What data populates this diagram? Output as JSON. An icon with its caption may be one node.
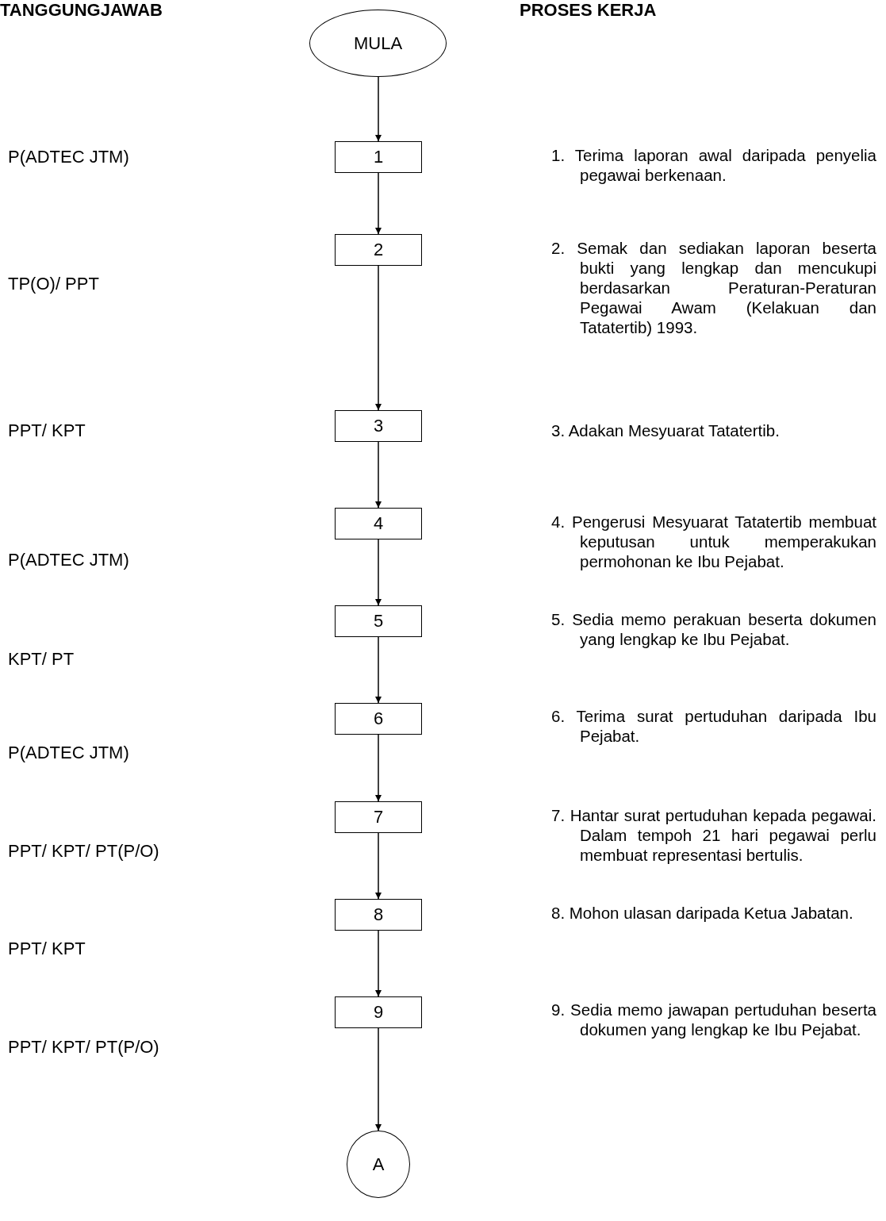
{
  "diagram": {
    "nodes": [
      {
        "text": [
          "MULA"
        ]
      },
      {
        "text": [
          "1"
        ]
      },
      {
        "text": [
          "2"
        ]
      },
      {
        "text": [
          "3"
        ]
      },
      {
        "text": [
          "4"
        ]
      },
      {
        "text": [
          "5"
        ]
      },
      {
        "text": [
          "6"
        ]
      },
      {
        "text": [
          "7"
        ]
      },
      {
        "text": [
          "8"
        ]
      },
      {
        "text": [
          "9"
        ]
      },
      {
        "text": [
          "A"
        ]
      }
    ],
    "edges": [
      {
        "from": 0,
        "to": 1,
        "arrow": "to"
      },
      {
        "from": 1,
        "to": 2,
        "arrow": "to"
      },
      {
        "from": 2,
        "to": 3,
        "arrow": "to"
      },
      {
        "from": 3,
        "to": 4,
        "arrow": "to"
      },
      {
        "from": 4,
        "to": 5,
        "arrow": "to"
      },
      {
        "from": 5,
        "to": 6,
        "arrow": "to"
      },
      {
        "from": 6,
        "to": 7,
        "arrow": "to"
      },
      {
        "from": 7,
        "to": 8,
        "arrow": "to"
      },
      {
        "from": 8,
        "to": 9,
        "arrow": "to"
      },
      {
        "from": 9,
        "to": 10,
        "arrow": "to"
      }
    ],
    "labels": [
      "TANGGUNGJAWAB",
      "PROSES KERJA",
      "P(ADTEC JTM)",
      "1. Terima laporan awal daripada penyelia pegawai berkenaan.",
      "TP(O)/ PPT",
      "2. Semak dan sediakan laporan beserta bukti yang lengkap dan mencukupi berdasarkan Peraturan-Peraturan Pegawai Awam (Kelakuan dan Tatatertib) 1993.",
      "PPT/ KPT",
      "3. Adakan Mesyuarat Tatatertib.",
      "P(ADTEC JTM)",
      "4. Pengerusi Mesyuarat Tatatertib membuat keputusan untuk memperakukan permohonan ke Ibu Pejabat.",
      "KPT/ PT",
      "5. Sedia memo perakuan beserta dokumen yang lengkap ke Ibu Pejabat.",
      "P(ADTEC JTM)",
      "6. Terima surat pertuduhan daripada Ibu Pejabat.",
      "PPT/ KPT/ PT(P/O)",
      "7. Hantar surat pertuduhan kepada pegawai. Dalam tempoh 21 hari pegawai perlu membuat representasi bertulis.",
      "PPT/ KPT",
      "8. Mohon ulasan daripada Ketua Jabatan.",
      "PPT/ KPT/ PT(P/O)",
      "9. Sedia memo jawapan pertuduhan beserta dokumen yang lengkap ke Ibu Pejabat."
    ]
  }
}
